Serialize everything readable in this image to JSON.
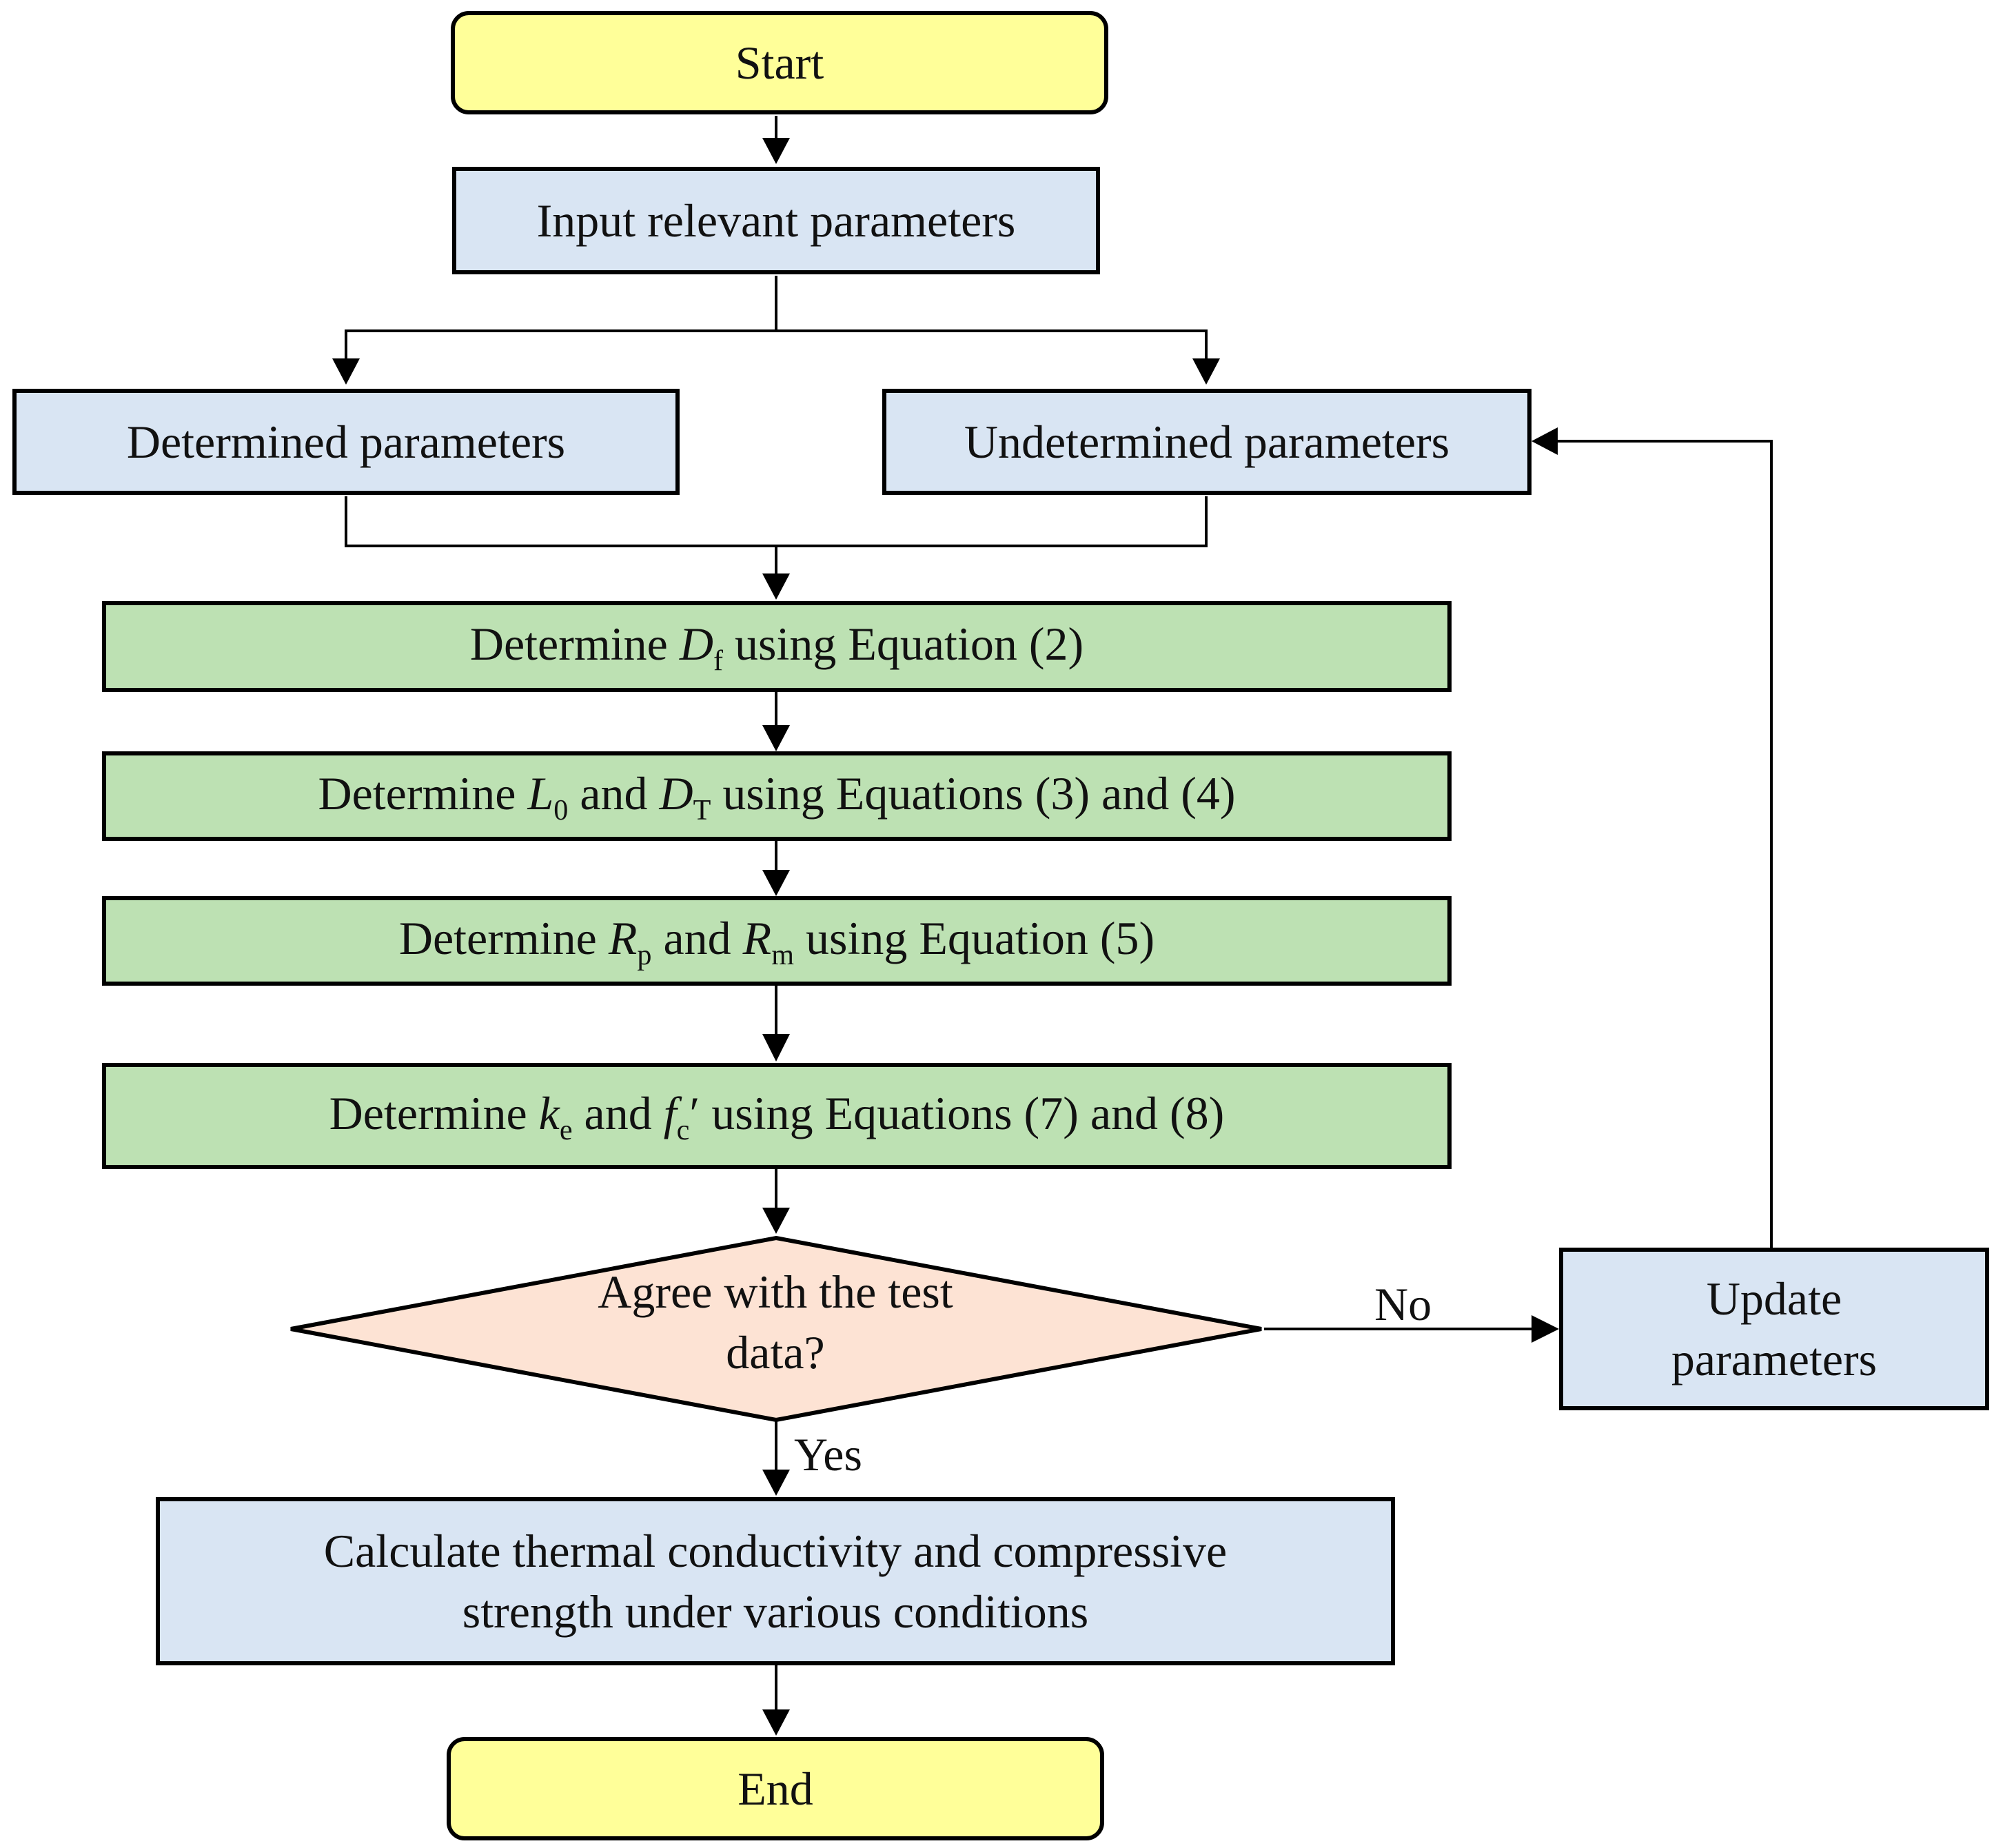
{
  "start": "Start",
  "input": "Input relevant parameters",
  "determined": "Determined parameters",
  "undetermined": "Undetermined parameters",
  "step_df": {
    "pre": "Determine ",
    "v1": "D",
    "s1": "f",
    "post": " using Equation (2)"
  },
  "step_l0": {
    "pre": "Determine ",
    "v1": "L",
    "s1": "0",
    "mid": " and ",
    "v2": "D",
    "s2": "T",
    "post": " using Equations (3) and (4)"
  },
  "step_rp": {
    "pre": "Determine ",
    "v1": "R",
    "s1": "p",
    "mid": " and ",
    "v2": "R",
    "s2": "m",
    "post": " using Equation (5)"
  },
  "step_ke": {
    "pre": "Determine ",
    "v1": "k",
    "s1": "e",
    "mid": " and ",
    "v2": "f",
    "s2": "c",
    "prime": "′",
    "post": " using Equations (7) and (8)"
  },
  "decision": {
    "line1": "Agree with the test",
    "line2": "data?"
  },
  "no_label": "No",
  "yes_label": "Yes",
  "update": {
    "line1": "Update",
    "line2": "parameters"
  },
  "calculate": {
    "line1": "Calculate thermal conductivity and compressive",
    "line2": "strength under various conditions"
  },
  "end": "End",
  "colors": {
    "terminal": "#ffff99",
    "process": "#d9e5f3",
    "calc": "#bde1b3",
    "decision": "#fde3d4",
    "stroke": "#000000"
  }
}
